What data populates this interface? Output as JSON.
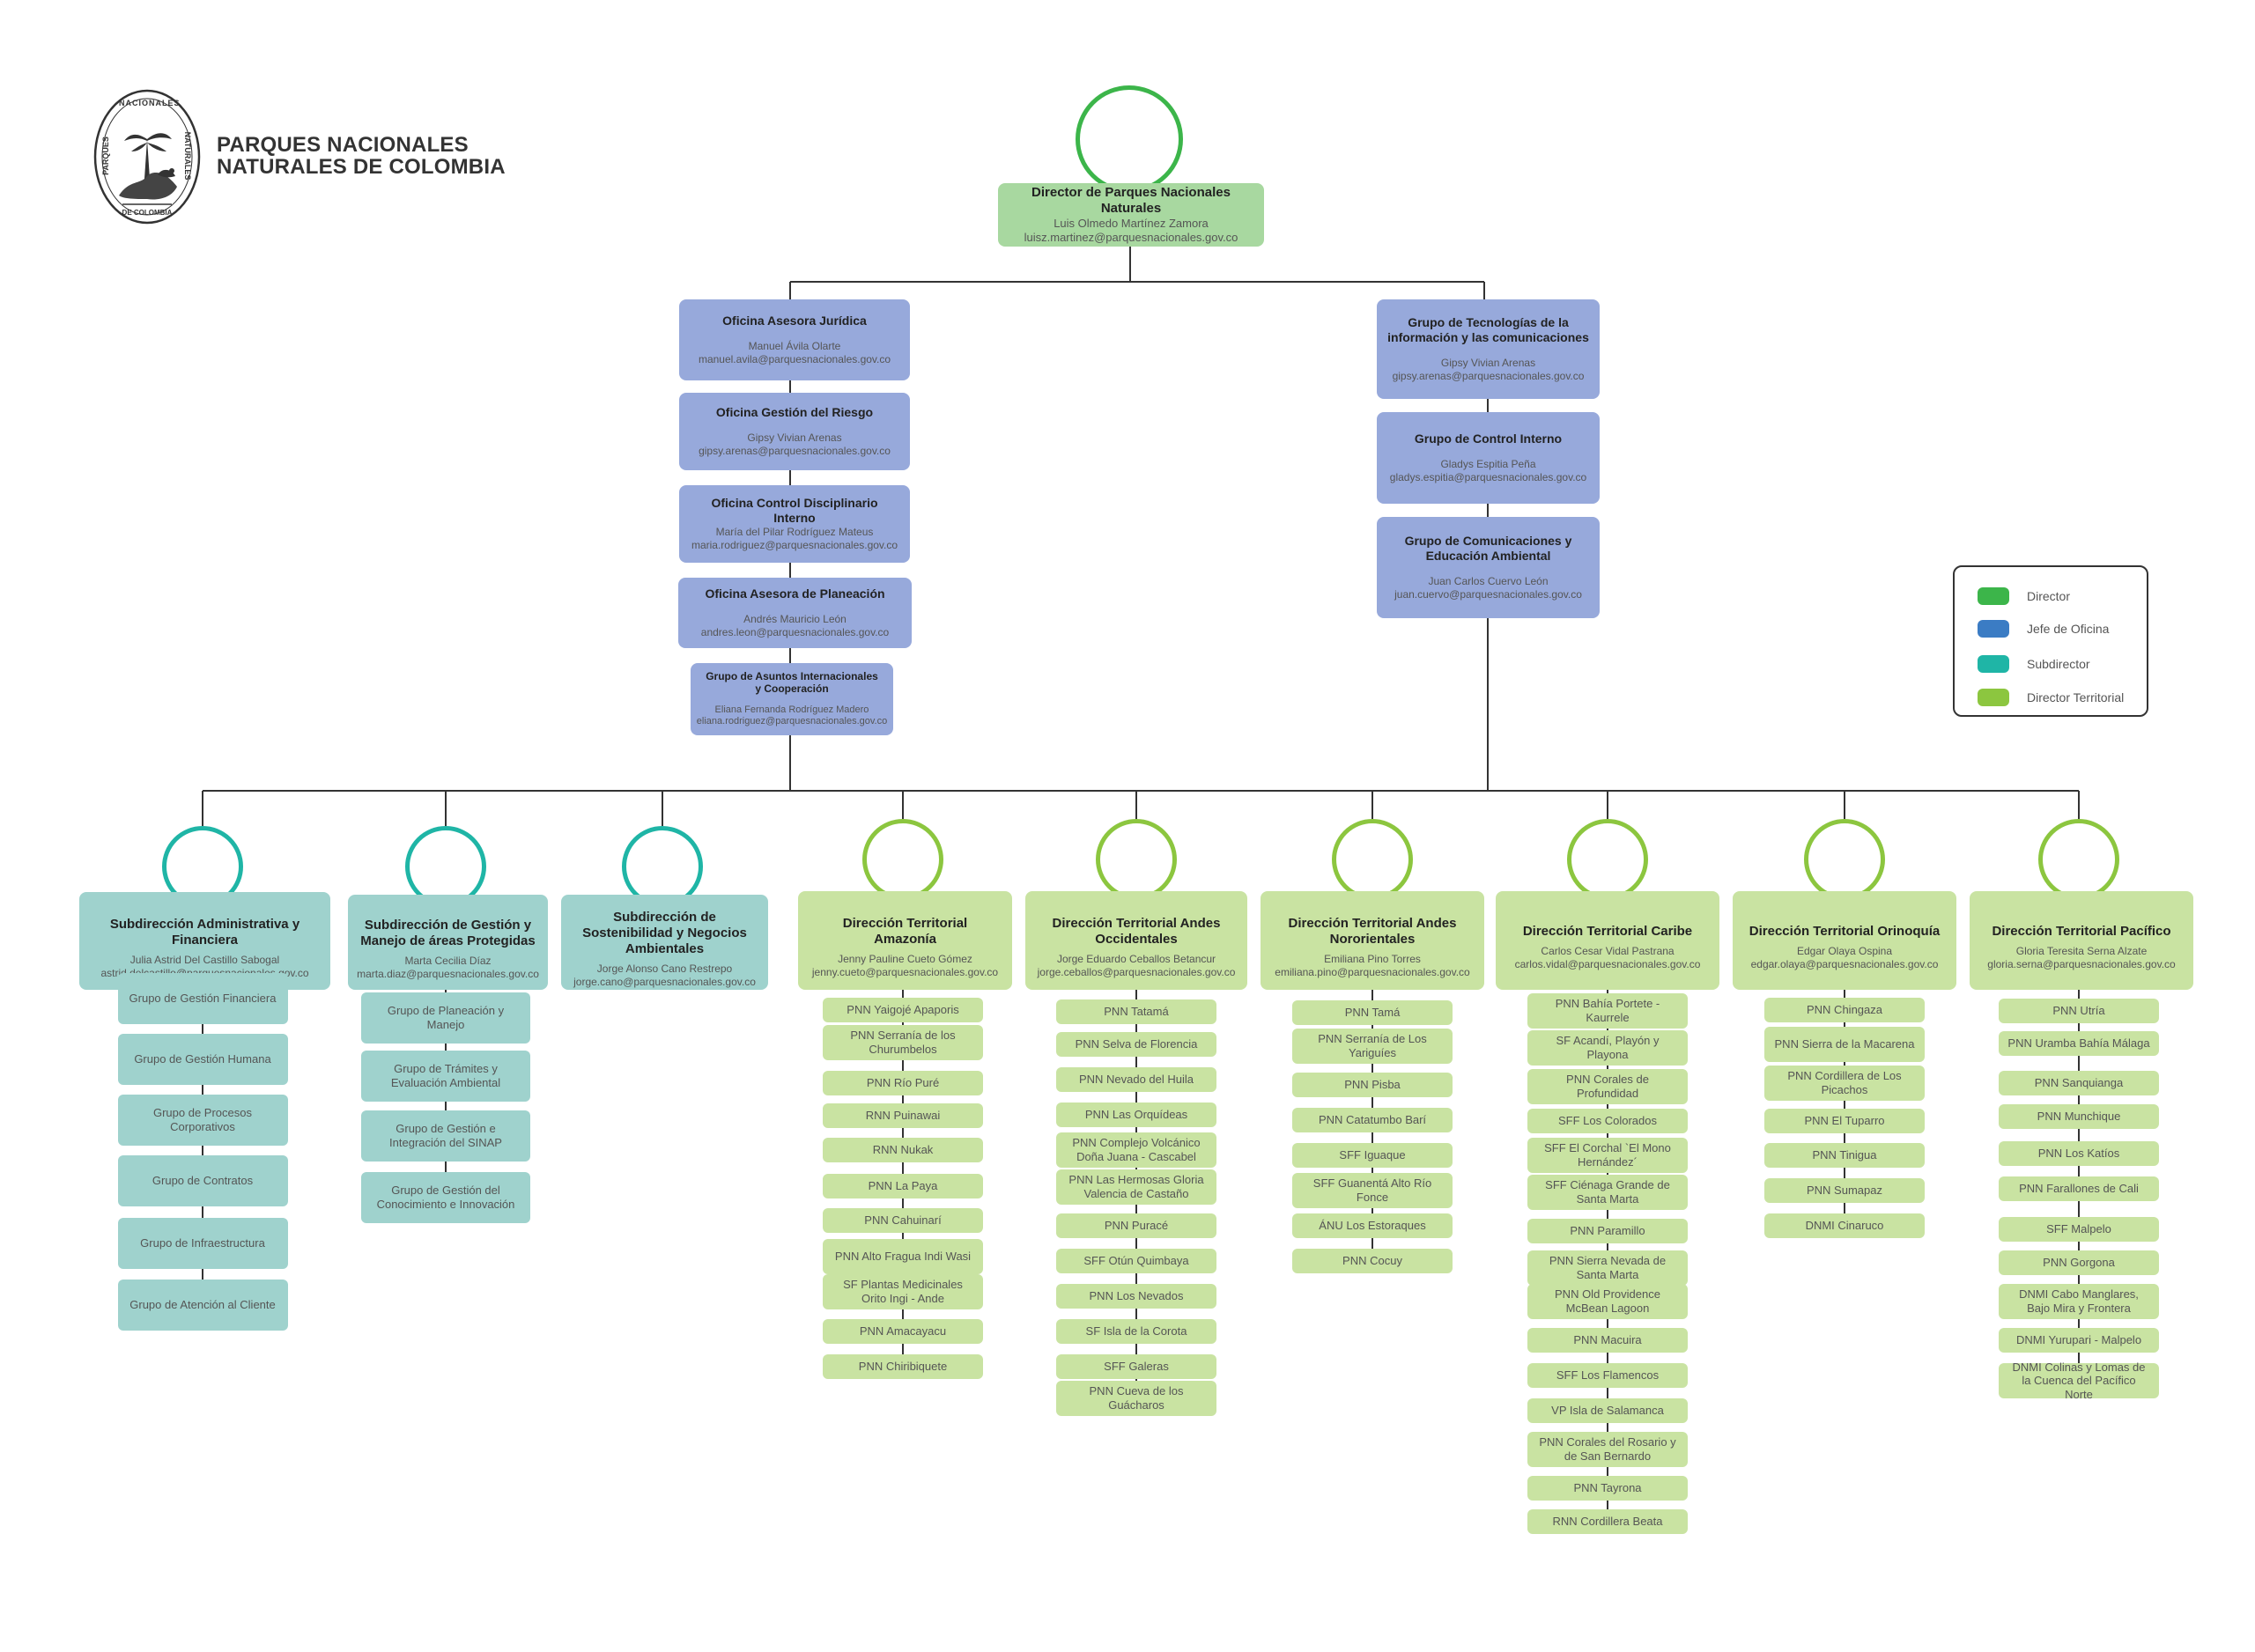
{
  "header": {
    "org_name_line1": "PARQUES NACIONALES",
    "org_name_line2": "NATURALES DE COLOMBIA",
    "seal_text_top": "NACIONALES",
    "seal_text_left": "PARQUES",
    "seal_text_right": "NATURALES",
    "seal_text_bottom": "DE COLOMBIA"
  },
  "colors": {
    "director": "#a8d8a0",
    "office": "#97a9db",
    "subdirection": "#9fd2cd",
    "territorial": "#c9e3a2",
    "connector": "#333333",
    "legend_director": "#3cb54a",
    "legend_office": "#3b7cc4",
    "legend_subdirector": "#1fb5a6",
    "legend_territorial": "#8cc63f"
  },
  "legend": [
    {
      "label": "Director",
      "color": "#3cb54a"
    },
    {
      "label": "Jefe de Oficina",
      "color": "#3b7cc4"
    },
    {
      "label": "Subdirector",
      "color": "#1fb5a6"
    },
    {
      "label": "Director Territorial",
      "color": "#8cc63f"
    }
  ],
  "director": {
    "title": "Director de Parques Nacionales Naturales",
    "name": "Luis Olmedo Martínez Zamora",
    "email": "luisz.martinez@parquesnacionales.gov.co"
  },
  "offices_left": [
    {
      "title": "Oficina Asesora Jurídica",
      "name": "Manuel Ávila Olarte",
      "email": "manuel.avila@parquesnacionales.gov.co"
    },
    {
      "title": "Oficina Gestión del Riesgo",
      "name": "Gipsy Vivian Arenas",
      "email": "gipsy.arenas@parquesnacionales.gov.co"
    },
    {
      "title": "Oficina Control Disciplinario Interno",
      "name": "María del Pilar Rodríguez Mateus",
      "email": "maria.rodriguez@parquesnacionales.gov.co"
    },
    {
      "title": "Oficina Asesora de Planeación",
      "name": "Andrés Mauricio León",
      "email": "andres.leon@parquesnacionales.gov.co"
    },
    {
      "title": "Grupo de Asuntos Internacionales y Cooperación",
      "name": "Eliana Fernanda Rodríguez Madero",
      "email": "eliana.rodriguez@parquesnacionales.gov.co"
    }
  ],
  "offices_right": [
    {
      "title": "Grupo de Tecnologías de la información y las comunicaciones",
      "name": "Gipsy Vivian Arenas",
      "email": "gipsy.arenas@parquesnacionales.gov.co"
    },
    {
      "title": "Grupo de Control Interno",
      "name": "Gladys Espitia Peña",
      "email": "gladys.espitia@parquesnacionales.gov.co"
    },
    {
      "title": "Grupo de Comunicaciones y Educación Ambiental",
      "name": "Juan Carlos Cuervo León",
      "email": "juan.cuervo@parquesnacionales.gov.co"
    }
  ],
  "units": [
    {
      "title": "Subdirección Administrativa y Financiera",
      "name": "Julia Astrid Del Castillo Sabogal",
      "email": "astrid.delcastillo@parquesnacionales.gov.co",
      "children": [
        "Grupo de Gestión Financiera",
        "Grupo de Gestión Humana",
        "Grupo de Procesos Corporativos",
        "Grupo de Contratos",
        "Grupo de Infraestructura",
        "Grupo de Atención al Cliente"
      ]
    },
    {
      "title": "Subdirección de Gestión y Manejo de áreas Protegidas",
      "name": "Marta Cecilia Díaz",
      "email": "marta.diaz@parquesnacionales.gov.co",
      "children": [
        "Grupo de Planeación y Manejo",
        "Grupo de Trámites y Evaluación Ambiental",
        "Grupo de Gestión e Integración del SINAP",
        "Grupo de Gestión del Conocimiento e Innovación"
      ]
    },
    {
      "title": "Subdirección de Sostenibilidad y Negocios Ambientales",
      "name": "Jorge Alonso Cano Restrepo",
      "email": "jorge.cano@parquesnacionales.gov.co",
      "children": []
    },
    {
      "title": "Dirección Territorial Amazonía",
      "name": "Jenny Pauline Cueto Gómez",
      "email": "jenny.cueto@parquesnacionales.gov.co",
      "children": [
        "PNN Yaigojé Apaporis",
        "PNN Serranía de los Churumbelos",
        "PNN Río Puré",
        "RNN Puinawai",
        "RNN Nukak",
        "PNN La Paya",
        "PNN Cahuinarí",
        "PNN Alto Fragua Indi Wasi",
        "SF Plantas Medicinales Orito Ingi - Ande",
        "PNN Amacayacu",
        "PNN Chiribiquete"
      ]
    },
    {
      "title": "Dirección Territorial Andes Occidentales",
      "name": "Jorge Eduardo Ceballos Betancur",
      "email": "jorge.ceballos@parquesnacionales.gov.co",
      "children": [
        "PNN Tatamá",
        "PNN Selva de Florencia",
        "PNN Nevado del Huila",
        "PNN Las Orquídeas",
        "PNN Complejo Volcánico Doña Juana - Cascabel",
        "PNN Las Hermosas Gloria Valencia de Castaño",
        "PNN Puracé",
        "SFF Otún Quimbaya",
        "PNN Los Nevados",
        "SF Isla de la Corota",
        "SFF Galeras",
        "PNN Cueva de los Guácharos"
      ]
    },
    {
      "title": "Dirección Territorial Andes Nororientales",
      "name": "Emiliana Pino Torres",
      "email": "emiliana.pino@parquesnacionales.gov.co",
      "children": [
        "PNN Tamá",
        "PNN Serranía de Los Yariguíes",
        "PNN Pisba",
        "PNN Catatumbo Barí",
        "SFF Iguaque",
        "SFF Guanentá Alto Río Fonce",
        "ÁNU Los Estoraques",
        "PNN Cocuy"
      ]
    },
    {
      "title": "Dirección Territorial Caribe",
      "name": "Carlos Cesar Vidal Pastrana",
      "email": "carlos.vidal@parquesnacionales.gov.co",
      "children": [
        "PNN Bahía Portete - Kaurrele",
        "SF Acandí, Playón y Playona",
        "PNN Corales de Profundidad",
        "SFF Los Colorados",
        "SFF El Corchal `El Mono Hernández´",
        "SFF Ciénaga Grande de Santa Marta",
        "PNN Paramillo",
        "PNN Sierra Nevada de Santa Marta",
        "PNN Old Providence McBean Lagoon",
        "PNN Macuira",
        "SFF Los Flamencos",
        "VP Isla de Salamanca",
        "PNN Corales del Rosario y de San Bernardo",
        "PNN Tayrona",
        "RNN Cordillera Beata"
      ]
    },
    {
      "title": "Dirección Territorial Orinoquía",
      "name": "Edgar Olaya Ospina",
      "email": "edgar.olaya@parquesnacionales.gov.co",
      "children": [
        "PNN Chingaza",
        "PNN Sierra de la Macarena",
        "PNN Cordillera de Los Picachos",
        "PNN El Tuparro",
        "PNN Tinigua",
        "PNN Sumapaz",
        "DNMI Cinaruco"
      ]
    },
    {
      "title": "Dirección Territorial Pacífico",
      "name": "Gloria Teresita Serna Alzate",
      "email": "gloria.serna@parquesnacionales.gov.co",
      "children": [
        "PNN Utría",
        "PNN Uramba Bahía Málaga",
        "PNN Sanquianga",
        "PNN Munchique",
        "PNN Los Katíos",
        "PNN Farallones de Cali",
        "SFF Malpelo",
        "PNN Gorgona",
        "DNMI Cabo Manglares, Bajo Mira y Frontera",
        "DNMI Yurupari - Malpelo",
        "DNMI Colinas y Lomas de la Cuenca del Pacífico Norte"
      ]
    }
  ]
}
